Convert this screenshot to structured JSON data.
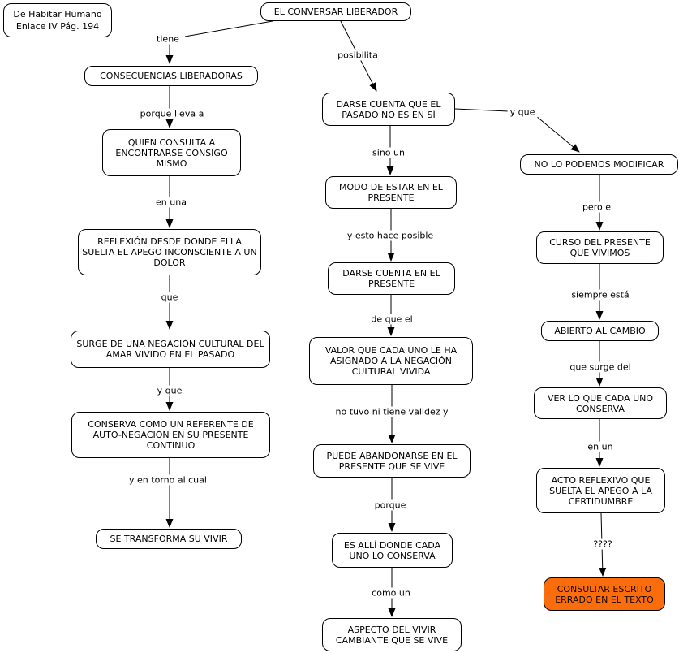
{
  "info_box": {
    "line1": "De Habitar Humano",
    "line2": "Enlace IV Pág. 194"
  },
  "nodes": {
    "root": "EL CONVERSAR LIBERADOR",
    "consecuencias": "CONSECUENCIAS LIBERADORAS",
    "quien": "QUIEN CONSULTA A ENCONTRARSE CONSIGO MISMO",
    "reflexion": "REFLEXIÓN DESDE DONDE ELLA SUELTA EL APEGO INCONSCIENTE A UN DOLOR",
    "surge": "SURGE DE UNA NEGACIÓN CULTURAL DEL AMAR VIVIDO EN EL PASADO",
    "conserva": "CONSERVA COMO UN REFERENTE DE AUTO-NEGACIÓN EN SU PRESENTE CONTINUO",
    "transforma": "SE TRANSFORMA SU VIVIR",
    "darse_pasado": "DARSE CUENTA QUE EL PASADO NO ES EN SÍ",
    "modo": "MODO DE ESTAR EN EL PRESENTE",
    "darse_presente": "DARSE CUENTA EN EL PRESENTE",
    "valor": "VALOR  QUE CADA UNO LE HA ASIGNADO A LA NEGACIÓN CULTURAL VIVIDA",
    "puede": "PUEDE ABANDONARSE EN EL PRESENTE QUE SE VIVE",
    "es_alli": "ES ALLÍ DONDE CADA UNO LO CONSERVA",
    "aspecto": "ASPECTO DEL VIVIR CAMBIANTE QUE SE VIVE",
    "no_modificar": "NO LO PODEMOS MODIFICAR",
    "curso": "CURSO DEL PRESENTE QUE VIVIMOS",
    "abierto": "ABIERTO AL CAMBIO",
    "ver": "VER LO QUE CADA UNO CONSERVA",
    "acto": "ACTO REFLEXIVO QUE SUELTA EL APEGO A LA CERTIDUMBRE",
    "consultar": "CONSULTAR ESCRITO ERRADO EN EL TEXTO"
  },
  "links": {
    "tiene": "tiene",
    "porque_lleva_a": "porque lleva a",
    "en_una": "en una",
    "que": "que",
    "y_que_left": "y que",
    "y_en_torno_al_cual": "y en torno al cual",
    "posibilita": "posibilita",
    "sino_un": "sino un",
    "y_esto_hace_posible": "y esto hace posible",
    "de_que_el": "de que el",
    "no_tuvo_ni_tiene_validez_y": "no tuvo ni tiene validez y",
    "porque": "porque",
    "como_un": "como un",
    "y_que_right": "y que",
    "pero_el": "pero el",
    "siempre_esta": "siempre está",
    "que_surge_del": "que surge del",
    "en_un": "en un",
    "interrogantes": "????"
  },
  "colors": {
    "highlight_bg": "#fb6c0c",
    "node_bg": "#ffffff",
    "node_border": "#000000",
    "line": "#000000"
  }
}
